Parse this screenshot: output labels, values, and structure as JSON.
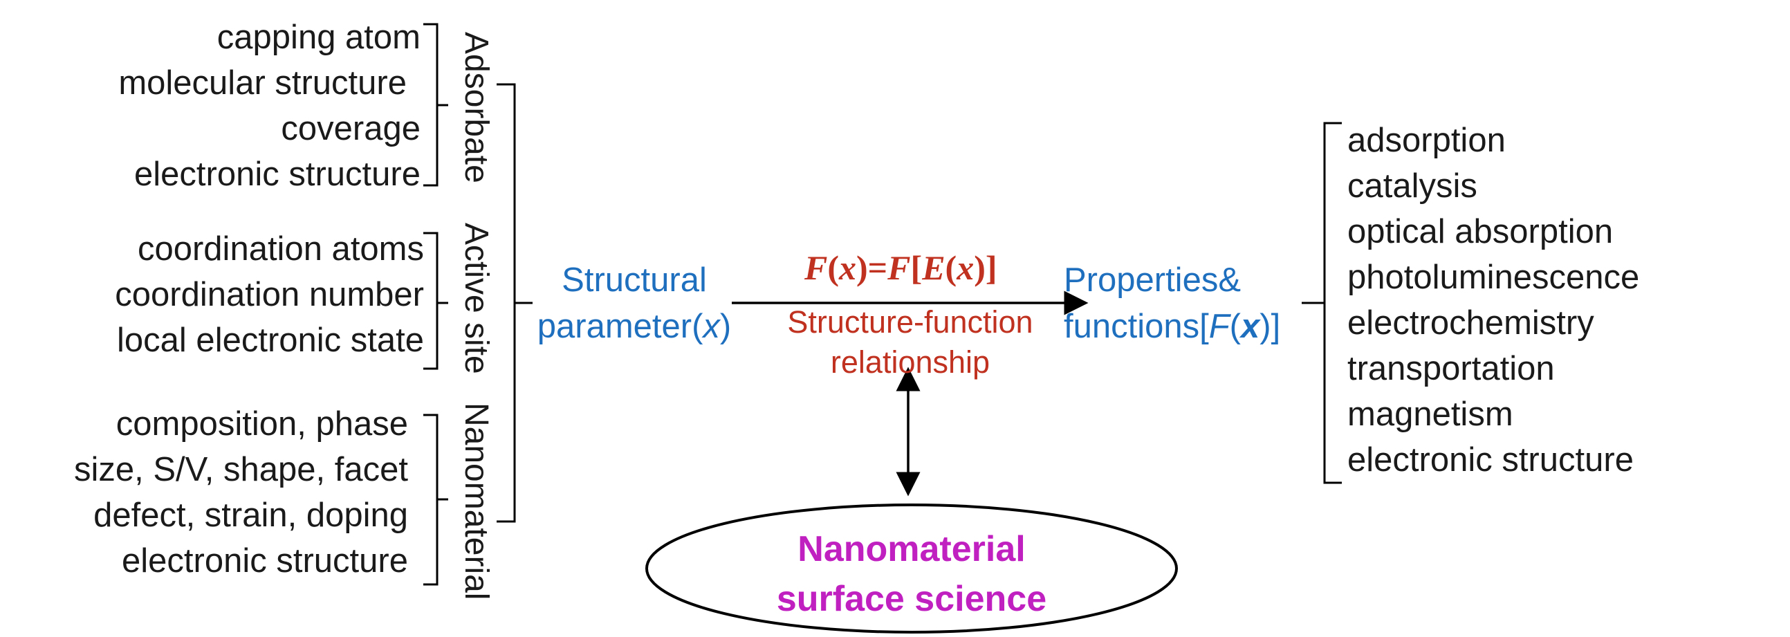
{
  "adsorbate": {
    "heading": "Adsorbate",
    "items": [
      "capping atom",
      "molecular structure",
      "coverage",
      "electronic structure"
    ]
  },
  "active_site": {
    "heading": "Active site",
    "items": [
      "coordination atoms",
      "coordination number",
      "local electronic state"
    ]
  },
  "nanomaterial": {
    "heading": "Nanomaterial",
    "items": [
      "composition, phase",
      "size, S/V, shape, facet",
      "defect, strain, doping",
      "electronic structure"
    ]
  },
  "structural_parameter": {
    "line1": "Structural",
    "line2_prefix": "parameter(",
    "line2_var": "x",
    "line2_suffix": ")"
  },
  "relationship": {
    "formula_F1": "F",
    "formula_open1": "(",
    "formula_x1": "x",
    "formula_mid": ")=",
    "formula_F2": "F",
    "formula_open2": "[",
    "formula_E": "E",
    "formula_open3": "(",
    "formula_x2": "x",
    "formula_close": ")]",
    "line1": "Structure-function",
    "line2": "relationship"
  },
  "properties": {
    "line1": "Properties&",
    "line2_prefix": "functions[",
    "line2_F": "F",
    "line2_open": "(",
    "line2_x": "x",
    "line2_suffix": ")]",
    "items": [
      "adsorption",
      "catalysis",
      "optical absorption",
      "photoluminescence",
      "electrochemistry",
      "transportation",
      "magnetism",
      "electronic structure"
    ]
  },
  "surface_science": {
    "line1": "Nanomaterial",
    "line2": "surface science"
  },
  "colors": {
    "blue": "#1f6fbf",
    "red": "#c0311f",
    "magenta": "#c020c0",
    "text": "#1a1a1a"
  }
}
